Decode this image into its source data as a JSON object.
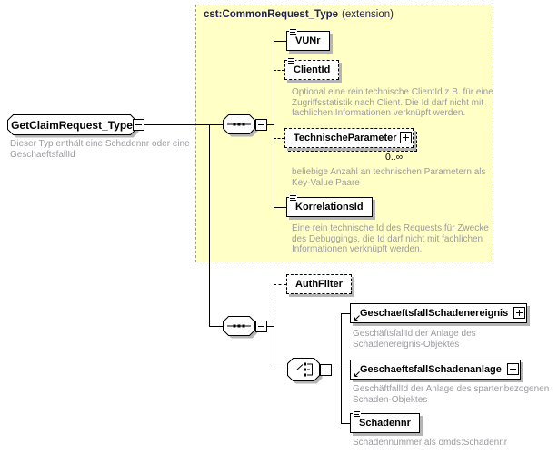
{
  "root": {
    "label": "GetClaimRequest_Type",
    "annotation_line1": "Dieser Typ enthält eine Schadennr oder eine",
    "annotation_line2": "GeschaeftsfallId"
  },
  "extension": {
    "title": "cst:CommonRequest_Type",
    "suffix": "(extension)"
  },
  "elements": {
    "vunr": {
      "label": "VUNr"
    },
    "clientid": {
      "label": "ClientId",
      "annotation_line1": "Optional eine rein technische ClientId z.B. für eine",
      "annotation_line2": "Zugriffsstatistik nach Client. Die Id darf nicht mit",
      "annotation_line3": "fachlichen Informationen verknüpft werden."
    },
    "technische_parameter": {
      "label": "TechnischeParameter",
      "occurrence": "0..∞",
      "annotation_line1": "beliebige Anzahl an technischen Parametern als",
      "annotation_line2": "Key-Value Paare"
    },
    "korrelationsid": {
      "label": "KorrelationsId",
      "annotation_line1": "Eine rein technische Id des Requests für Zwecke",
      "annotation_line2": "des Debuggings, die Id darf nicht mit fachlichen",
      "annotation_line3": "Informationen verknüpft werden."
    },
    "authfilter": {
      "label": "AuthFilter"
    },
    "geschaeftsfall_schadenereignis": {
      "label": "GeschaeftsfallSchadenereignis",
      "annotation_line1": "GeschäftsfallId der Anlage des",
      "annotation_line2": "Schadenereignis-Objektes"
    },
    "geschaeftsfall_schadenanlage": {
      "label": "GeschaeftsfallSchadenanlage",
      "annotation_line1": "GeschäftfallId der Anlage des spartenbezogenen",
      "annotation_line2": "Schaden-Objektes"
    },
    "schadennr": {
      "label": "Schadennr",
      "annotation_line1": "Schadennummer als omds:Schadennr"
    }
  },
  "icons": {
    "collapse": "minus-box",
    "expand": "plus-box",
    "sequence": "sequence-compositor-octagon",
    "choice": "choice-compositor-octagon",
    "simple_content": "text-lines",
    "reference": "arrow-southwest"
  },
  "colors": {
    "extension_background": "#ffffc6",
    "extension_border": "#9a9a9a",
    "header_text": "#1f1f5a",
    "annotation_text": "#9b9ba1",
    "box_shadow": "#b5b5b5",
    "line": "#000000"
  }
}
